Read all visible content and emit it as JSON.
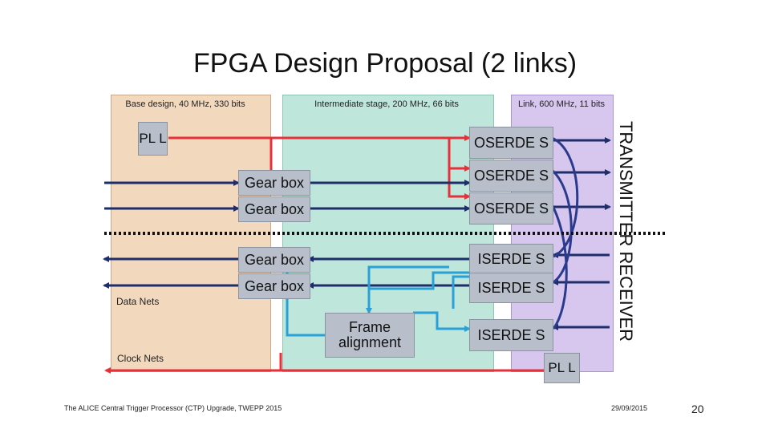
{
  "slide": {
    "title": "FPGA Design Proposal (2 links)",
    "footer_left": "The ALICE Central Trigger Processor (CTP) Upgrade, TWEPP 2015",
    "date": "29/09/2015",
    "page_number": "20"
  },
  "panels": {
    "base_label": "Base design, 40 MHz, 330 bits",
    "intermediate_label": "Intermediate stage, 200 MHz, 66 bits",
    "link_label": "Link, 600 MHz, 11 bits"
  },
  "blocks": {
    "pll_top": "PL L",
    "gear_box_1": "Gear box",
    "gear_box_2": "Gear box",
    "gear_box_3": "Gear box",
    "gear_box_4": "Gear box",
    "frame_alignment": "Frame alignment",
    "oserdes_1": "OSERDE S",
    "oserdes_2": "OSERDE S",
    "oserdes_3": "OSERDE S",
    "iserdes_1": "ISERDE S",
    "iserdes_2": "ISERDE S",
    "iserdes_3": "ISERDE S",
    "pll_bottom": "PL L"
  },
  "legend": {
    "data_nets": "Data Nets",
    "clock_nets": "Clock Nets"
  },
  "side_label": "TRANSMITTER RECEIVER",
  "colors": {
    "clock": "#e8303a",
    "data_dark": "#1f2d6b",
    "data_light": "#2aa0d8",
    "link_feedback": "#2a3a8c"
  }
}
